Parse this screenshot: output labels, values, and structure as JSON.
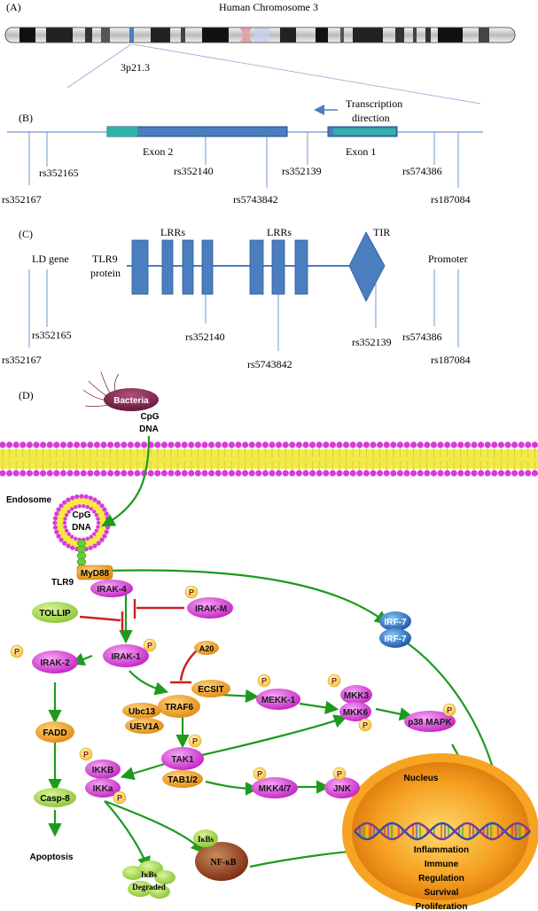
{
  "panel_a": {
    "label": "(A)",
    "title": "Human Chromosome 3",
    "band": "3p21.3"
  },
  "panel_b": {
    "label": "(B)",
    "transcription_label_1": "Transcription",
    "transcription_label_2": "direction",
    "exon2": "Exon 2",
    "exon1": "Exon 1",
    "snps": {
      "rs352165": "rs352165",
      "rs352167": "rs352167",
      "rs352140": "rs352140",
      "rs5743842": "rs5743842",
      "rs352139": "rs352139",
      "rs574386": "rs574386",
      "rs187084": "rs187084"
    }
  },
  "panel_c": {
    "label": "(C)",
    "ld_gene": "LD gene",
    "protein_label_1": "TLR9",
    "protein_label_2": "protein",
    "lrr1": "LRRs",
    "lrr2": "LRRs",
    "tir": "TIR",
    "promoter": "Promoter",
    "snps": {
      "rs352165": "rs352165",
      "rs352167": "rs352167",
      "rs352140": "rs352140",
      "rs5743842": "rs5743842",
      "rs352139": "rs352139",
      "rs574386": "rs574386",
      "rs187084": "rs187084"
    }
  },
  "panel_d": {
    "label": "(D)",
    "bacteria": "Bacteria",
    "cpg": "CpG",
    "dna": "DNA",
    "endosome": "Endosome",
    "tlr9": "TLR9",
    "myd88": "MyD88",
    "irak4": "IRAK-4",
    "irakm": "IRAK-M",
    "tollip": "TOLLIP",
    "irak1": "IRAK-1",
    "irak2": "IRAK-2",
    "a20": "A20",
    "ecsit": "ECSIT",
    "traf6": "TRAF6",
    "ubc13": "Ubc13",
    "uev1a": "UEV1A",
    "mekk1": "MEKK-1",
    "mkk3": "MKK3",
    "mkk6": "MKK6",
    "p38": "p38 MAPK",
    "irf7a": "IRF-7",
    "irf7b": "IRF-7",
    "fadd": "FADD",
    "casp8": "Casp-8",
    "apoptosis": "Apoptosis",
    "tak1": "TAK1",
    "tab12": "TAB1/2",
    "ikkb": "IKKB",
    "ikka": "IKKa",
    "mkk47": "MKK4/7",
    "jnk": "JNK",
    "nucleus": "Nucleus",
    "ikbs": "IκBs",
    "nfkb": "NF-κB",
    "ikbs_deg1": "IκBs",
    "ikbs_deg2": "Degraded",
    "out1": "Inflammation",
    "out2": "Immune",
    "out3": "Regulation",
    "out4": "Survival",
    "out5": "Proliferation",
    "phospho": "P"
  },
  "colors": {
    "blue_line": "#4a7ebf",
    "box_fill": "#4a7ebf",
    "green_arrow": "#1e9a1e",
    "red_inhibit": "#cc2222",
    "magenta": "#d63ad6",
    "orange": "#f2a530",
    "nucleus": "#f5a020"
  }
}
